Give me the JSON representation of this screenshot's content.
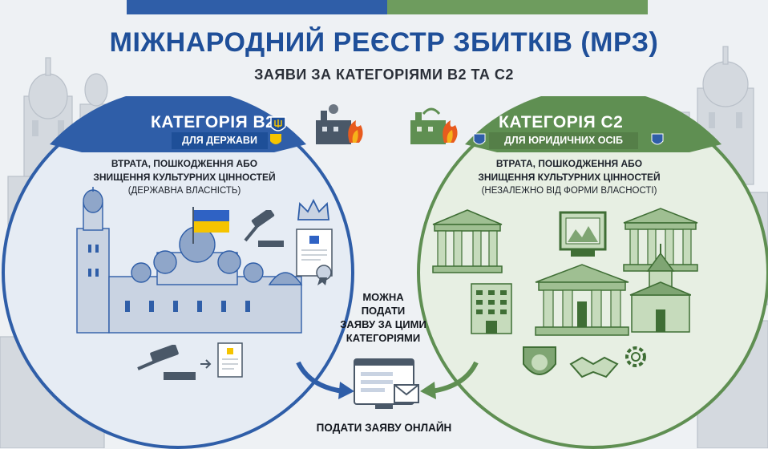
{
  "title": "МІЖНАРОДНИЙ РЕЄСТР ЗБИТКІВ (МРЗ)",
  "subtitle": "ЗАЯВИ ЗА КАТЕГОРІЯМИ B2 ТА C2",
  "colors": {
    "blue": "#2f5ea8",
    "green": "#5f8f52"
  },
  "category_b2": {
    "title": "КАТЕГОРІЯ B2",
    "banner": "ДЛЯ ДЕРЖАВИ",
    "desc_line1": "ВТРАТА, ПОШКОДЖЕННЯ АБО",
    "desc_line2": "ЗНИЩЕННЯ КУЛЬТУРНИХ ЦІННОСТЕЙ",
    "desc_line3": "(ДЕРЖАВНА ВЛАСНІСТЬ)",
    "icons": [
      "burning-factory-icon",
      "trident-shield-icon",
      "cathedral-icon",
      "ukraine-flag-icon",
      "gavel-icon",
      "crown-icon",
      "certificate-icon",
      "document-icon"
    ]
  },
  "category_c2": {
    "title": "КАТЕГОРІЯ C2",
    "banner": "ДЛЯ ЮРИДИЧНИХ ОСІБ",
    "desc_line1": "ВТРАТА, ПОШКОДЖЕННЯ АБО",
    "desc_line2": "ЗНИЩЕННЯ КУЛЬТУРНИХ ЦІННОСТЕЙ",
    "desc_line3": "(НЕЗАЛЕЖНО ВІД ФОРМИ ВЛАСНОСТІ)",
    "icons": [
      "burning-factory-icon",
      "trident-shield-icon",
      "museum-icon",
      "painting-icon",
      "church-icon",
      "office-building-icon",
      "shield-icon",
      "handshake-icon",
      "gear-icon"
    ]
  },
  "center": {
    "line1": "МОЖНА",
    "line2": "ПОДАТИ",
    "line3": "ЗАЯВУ ЗА ЦИМИ",
    "line4": "КАТЕГОРІЯМИ",
    "online_label": "ПОДАТИ ЗАЯВУ ОНЛАЙН",
    "icon": "online-form-icon"
  }
}
